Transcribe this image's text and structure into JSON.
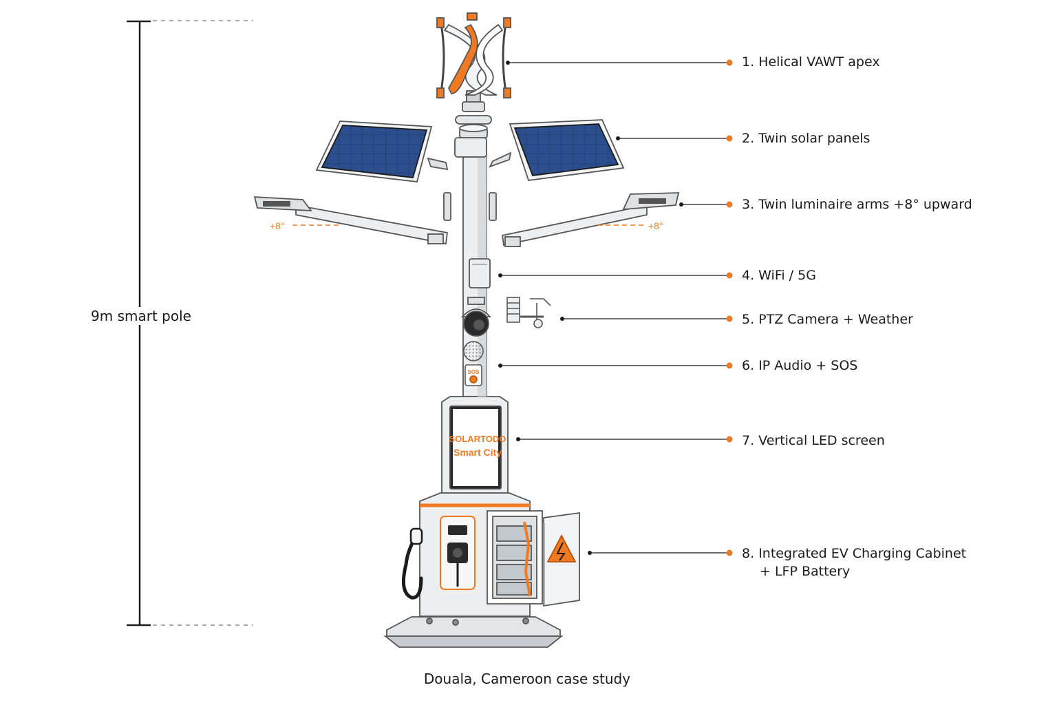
{
  "height_label": "9m smart pole",
  "caption": "Douala, Cameroon case study",
  "screen_text": {
    "line1": "SOLARTODO",
    "line2": "Smart City"
  },
  "sos_label": "SOS",
  "arm_angle_label": "+8°",
  "callouts": [
    {
      "label": "1. Helical VAWT apex",
      "continuation": ""
    },
    {
      "label": "2. Twin solar panels",
      "continuation": ""
    },
    {
      "label": "3. Twin luminaire arms +8° upward",
      "continuation": ""
    },
    {
      "label": "4. WiFi / 5G",
      "continuation": ""
    },
    {
      "label": "5. PTZ Camera + Weather",
      "continuation": ""
    },
    {
      "label": "6. IP Audio + SOS",
      "continuation": ""
    },
    {
      "label": "7. Vertical LED screen",
      "continuation": ""
    },
    {
      "label": "8. Integrated EV Charging Cabinet",
      "continuation": "+ LFP Battery"
    }
  ],
  "colors": {
    "accent": "#f07a22",
    "ink": "#1b1b1b",
    "solar_cell": "#23427a",
    "metal": "#eceeef",
    "metal_shade": "#cfd3d6"
  },
  "icons": [
    "wind-turbine-icon",
    "solar-panel-icon",
    "luminaire-icon",
    "antenna-icon",
    "camera-icon",
    "weather-station-icon",
    "speaker-icon",
    "sos-button-icon",
    "led-screen-icon",
    "ev-charger-icon",
    "battery-icon",
    "warning-icon"
  ]
}
